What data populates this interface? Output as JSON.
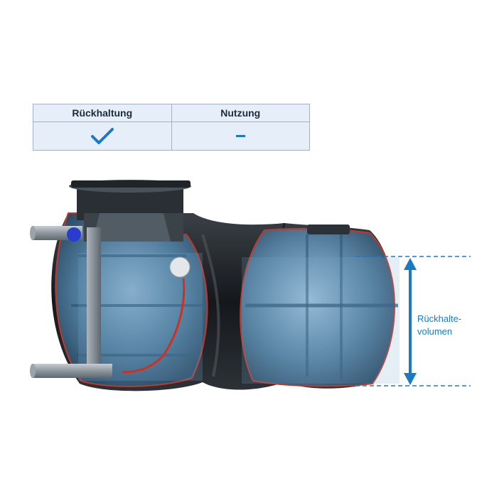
{
  "table": {
    "headers": [
      "Rückhaltung",
      "Nutzung"
    ],
    "values": [
      {
        "icon": "checkmark-icon"
      },
      {
        "icon": "dash-icon"
      }
    ]
  },
  "annotation": {
    "label": "Rückhalte-\nvolumen"
  },
  "colors": {
    "accent": "#1a7ac2",
    "table_bg": "#e6eff9",
    "tank_body": "#1b1f23",
    "water": "#4d7fa3",
    "cutaway_edge": "#c0392b"
  }
}
